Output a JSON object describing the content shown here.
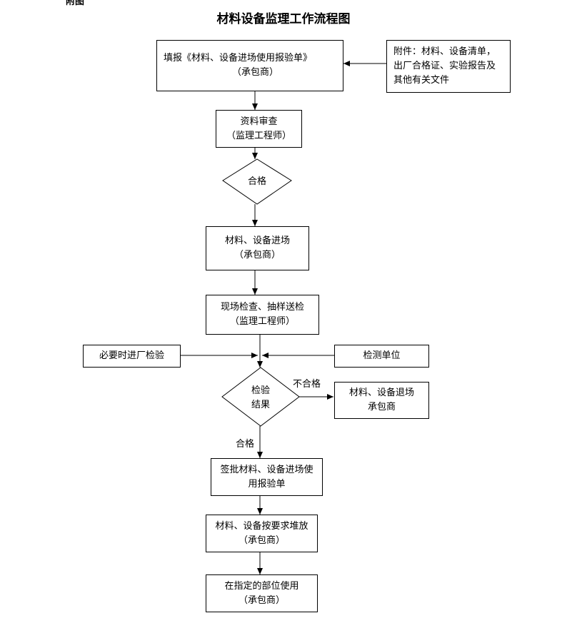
{
  "title": "材料设备监理工作流程图",
  "top_fragment": "附图",
  "boxes": {
    "fill_report": {
      "line1": "填报《材料、设备进场使用报验单》",
      "line2": "（承包商）"
    },
    "attachments": {
      "line1": "附件：材料、设备清单，",
      "line2": "出厂合格证、实验报告及",
      "line3": "其他有关文件"
    },
    "doc_review": {
      "line1": "资料审查",
      "line2": "（监理工程师）"
    },
    "entry": {
      "line1": "材料、设备进场",
      "line2": "（承包商）"
    },
    "site_check": {
      "line1": "现场检查、抽样送检",
      "line2": "（监理工程师）"
    },
    "lab_check": {
      "line1": "必要时进厂检验"
    },
    "test_unit": {
      "line1": "检测单位"
    },
    "exit": {
      "line1": "材料、设备退场",
      "line2": "承包商"
    },
    "approve": {
      "line1": "签批材料、设备进场使",
      "line2": "用报验单"
    },
    "stack": {
      "line1": "材料、设备按要求堆放",
      "line2": "（承包商）"
    },
    "use": {
      "line1": "在指定的部位使用",
      "line2": "（承包商）"
    }
  },
  "diamonds": {
    "qualified": {
      "line1": "合格"
    },
    "inspection_result": {
      "line1": "检验",
      "line2": "结果"
    }
  },
  "edge_labels": {
    "fail": "不合格",
    "pass": "合格"
  }
}
